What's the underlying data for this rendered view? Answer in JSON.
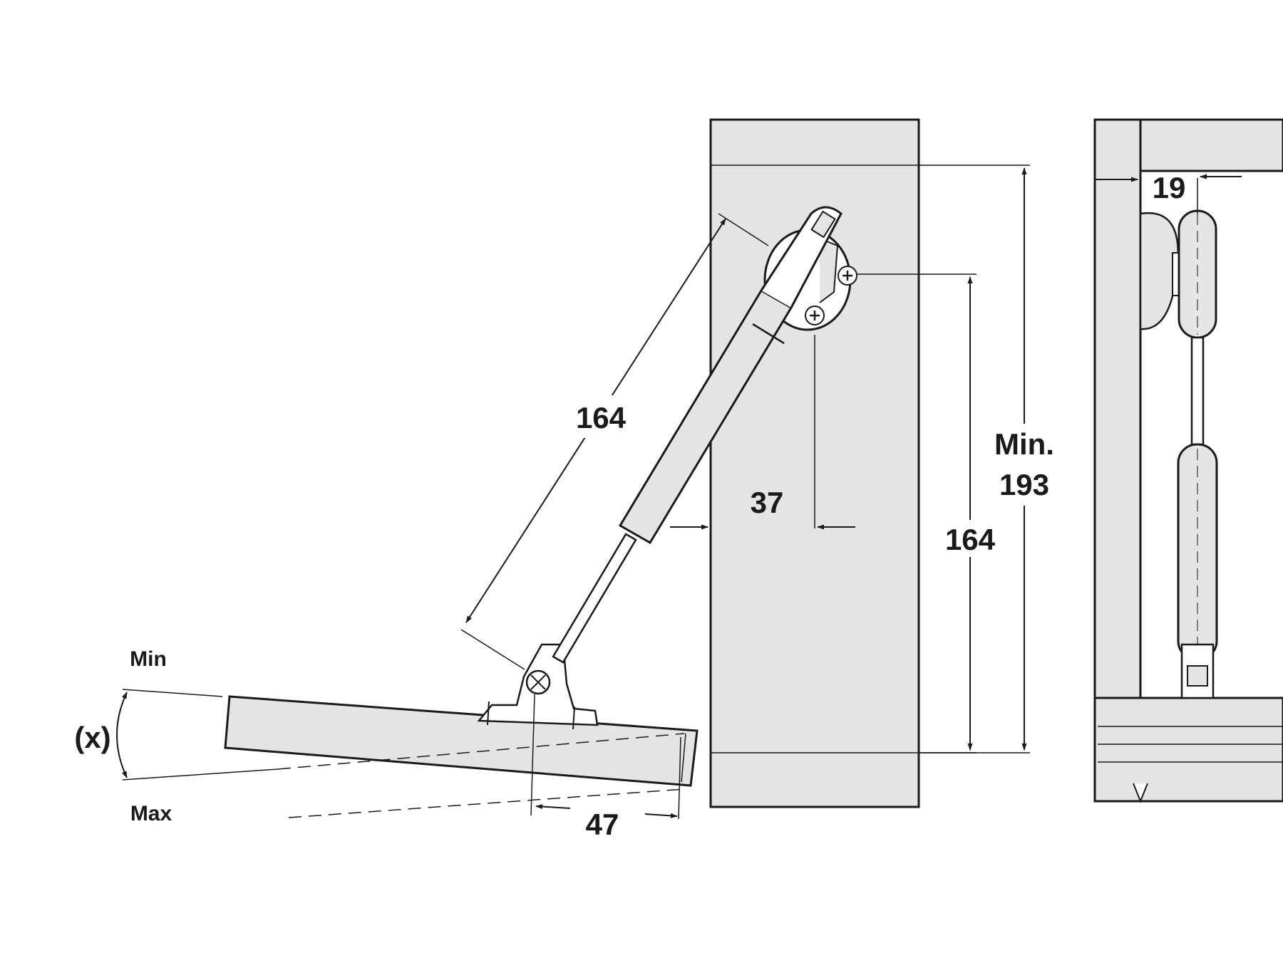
{
  "labels": {
    "strut_length": "164",
    "pivot_offset": "37",
    "height_164": "164",
    "min_label": "Min.",
    "min_value": "193",
    "side_offset": "19",
    "base_offset": "47",
    "angle_min": "Min",
    "angle_max": "Max",
    "angle_x": "(x)"
  },
  "colors": {
    "panel_fill": "#e3e4e6",
    "line": "#1a1a1a",
    "background": "#ffffff"
  }
}
